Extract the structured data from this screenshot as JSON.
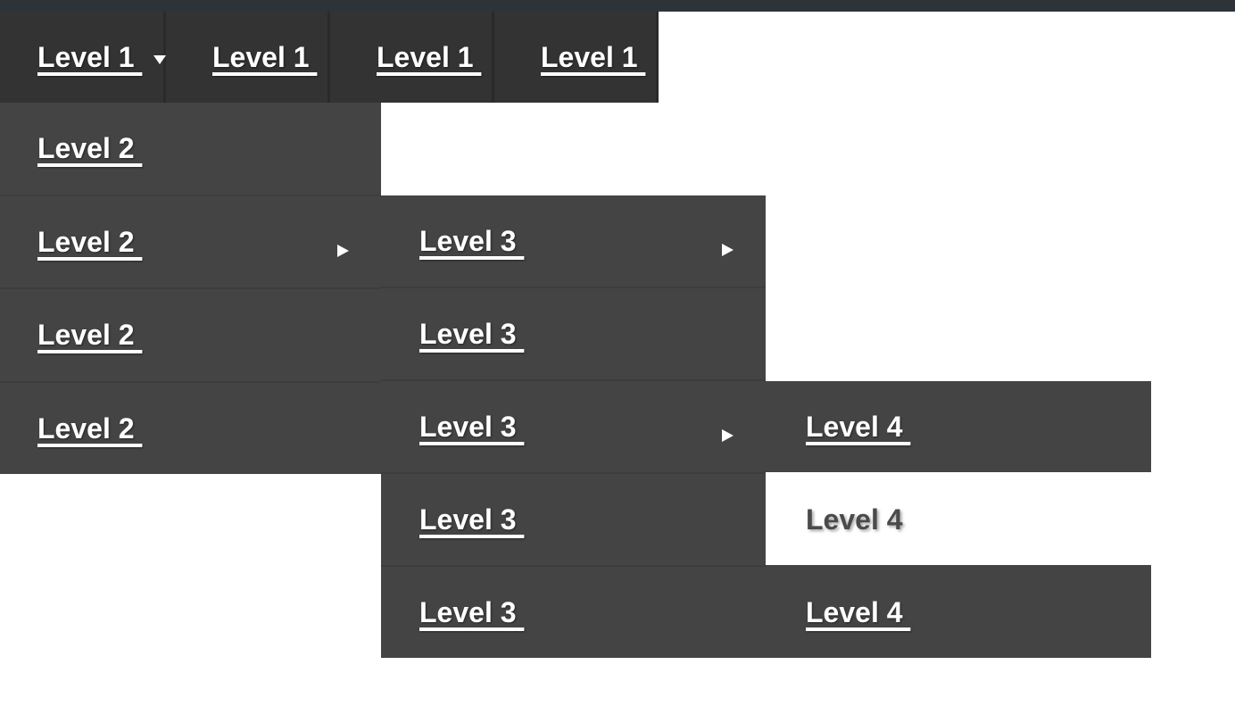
{
  "menu": {
    "level1_items": [
      {
        "label": "Level 1",
        "expanded": true
      },
      {
        "label": "Level 1",
        "expanded": false
      },
      {
        "label": "Level 1",
        "expanded": false
      },
      {
        "label": "Level 1",
        "expanded": false
      }
    ],
    "level2_items": [
      {
        "label": "Level 2",
        "has_submenu": false
      },
      {
        "label": "Level 2",
        "has_submenu": true
      },
      {
        "label": "Level 2",
        "has_submenu": false
      },
      {
        "label": "Level 2",
        "has_submenu": false
      }
    ],
    "level3_items": [
      {
        "label": "Level 3",
        "has_submenu": true
      },
      {
        "label": "Level 3",
        "has_submenu": false
      },
      {
        "label": "Level 3",
        "has_submenu": true
      },
      {
        "label": "Level 3",
        "has_submenu": false
      },
      {
        "label": "Level 3",
        "has_submenu": false
      }
    ],
    "level4_items": [
      {
        "label": "Level 4",
        "plain": false
      },
      {
        "label": "Level 4",
        "plain": true
      },
      {
        "label": "Level 4",
        "plain": false
      }
    ]
  },
  "icons": {
    "caret_down": "caret-down-icon",
    "submenu_arrow": "submenu-arrow-icon"
  },
  "colors": {
    "top_bar": "#2e3339",
    "menu_bar": "#333333",
    "menu_bar_separator": "#2a2a2b",
    "dropdown_panel": "#444444",
    "link_text": "#ffffff",
    "plain_item_text": "#4a4a4a",
    "page_background": "#ffffff"
  }
}
